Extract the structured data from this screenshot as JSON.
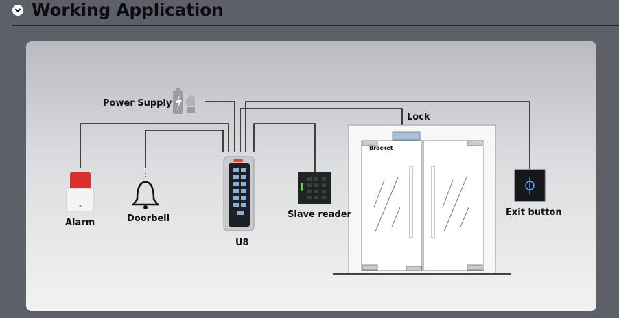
{
  "header": {
    "title": "Working Application",
    "icon": "chevron-down-icon"
  },
  "diagram": {
    "power_supply": "Power Supply",
    "alarm": "Alarm",
    "doorbell": "Doorbell",
    "controller": "U8",
    "slave_reader": "Slave reader",
    "lock": "Lock",
    "bracket": "Bracket",
    "exit_button": "Exit button"
  }
}
